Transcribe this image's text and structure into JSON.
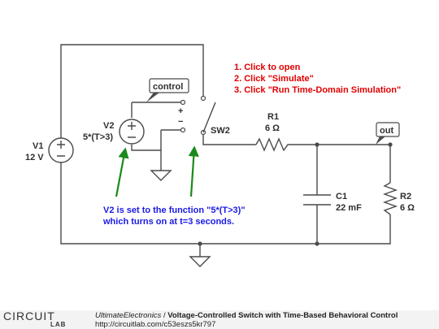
{
  "instructions": [
    "1. Click to open",
    "2. Click \"Simulate\"",
    "3. Click \"Run Time-Domain Simulation\""
  ],
  "annotation": [
    "V2 is set to the function \"5*(T>3)\"",
    "which turns on at t=3 seconds."
  ],
  "components": {
    "v1": {
      "name": "V1",
      "value": "12 V"
    },
    "v2": {
      "name": "V2",
      "value": "5*(T>3)"
    },
    "sw2": {
      "name": "SW2",
      "plus": "+",
      "minus": "−"
    },
    "r1": {
      "name": "R1",
      "value": "6 Ω"
    },
    "c1": {
      "name": "C1",
      "value": "22 mF"
    },
    "r2": {
      "name": "R2",
      "value": "6 Ω"
    }
  },
  "nodes": {
    "control": "control",
    "out": "out"
  },
  "footer": {
    "logo_top": "CIRCUIT",
    "logo_bottom": "LAB",
    "author": "UltimateElectronics",
    "separator": " / ",
    "title": "Voltage-Controlled Switch with Time-Based Behavioral Control",
    "url": "http://circuitlab.com/c53eszs5kr797"
  },
  "colors": {
    "instructions": "#e00000",
    "annotation": "#1a1ae6",
    "arrows": "#1a8a1a",
    "wire": "#4a4a4a"
  }
}
